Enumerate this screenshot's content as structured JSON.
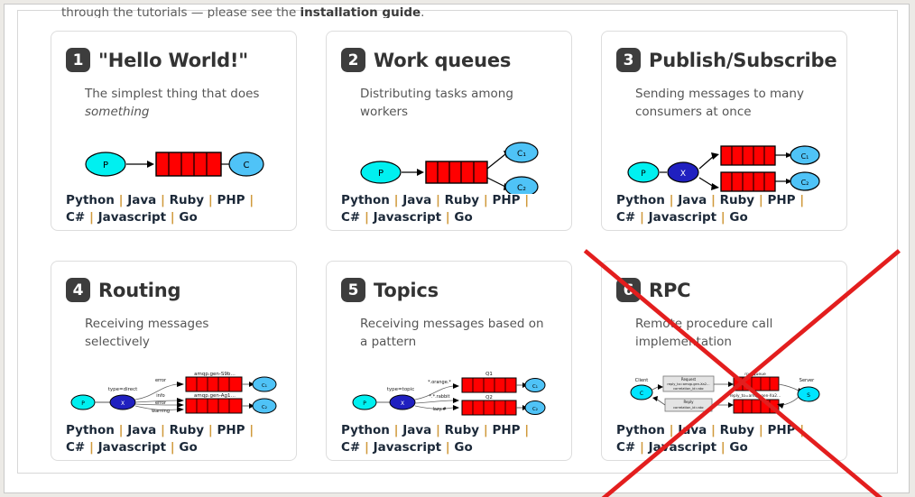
{
  "header": {
    "text_before": "through the tutorials — please see the ",
    "text_link": "installation guide",
    "text_after": "."
  },
  "langs": {
    "python": "Python",
    "java": "Java",
    "ruby": "Ruby",
    "php": "PHP",
    "csharp": "C#",
    "javascript": "Javascript",
    "go": "Go",
    "sep": "|"
  },
  "colors": {
    "badge_bg": "#3d3d3d",
    "title": "#333333",
    "desc": "#555555",
    "lang_text": "#1b2838",
    "lang_sep": "#d09a3c",
    "queue_red": "#ff0000",
    "producer_cyan": "#00f0f0",
    "consumer_blue": "#4fc3f7",
    "exchange_blue": "#2020c0",
    "strike_red": "#e31e1e",
    "card_border": "#dddddd"
  },
  "cards": [
    {
      "number": "1",
      "title": "\"Hello World!\"",
      "desc_main": "The simplest thing that does ",
      "desc_em": "something",
      "diagram": {
        "type": "hello-world",
        "nodes": [
          "P",
          "C"
        ],
        "queues": 1
      },
      "struck_out": false
    },
    {
      "number": "2",
      "title": "Work queues",
      "desc_main": "Distributing tasks among workers",
      "desc_em": "",
      "diagram": {
        "type": "work-queues",
        "nodes": [
          "P",
          "C1",
          "C2"
        ],
        "queues": 1
      },
      "struck_out": false
    },
    {
      "number": "3",
      "title": "Publish/Subscribe",
      "desc_main": "Sending messages to many consumers at once",
      "desc_em": "",
      "diagram": {
        "type": "pubsub",
        "nodes": [
          "P",
          "X",
          "C1",
          "C2"
        ],
        "queues": 2
      },
      "struck_out": false
    },
    {
      "number": "4",
      "title": "Routing",
      "desc_main": "Receiving messages selectively",
      "desc_em": "",
      "diagram": {
        "type": "routing",
        "nodes": [
          "P",
          "X",
          "C1",
          "C2"
        ],
        "exchange_label": "type=direct",
        "bindings": [
          "error",
          "info",
          "error",
          "warning"
        ],
        "queue_labels": [
          "amqp.gen-S9b...",
          "amqp.gen-Ag1..."
        ],
        "queues": 2
      },
      "struck_out": false
    },
    {
      "number": "5",
      "title": "Topics",
      "desc_main": "Receiving messages based on a pattern",
      "desc_em": "",
      "diagram": {
        "type": "topics",
        "nodes": [
          "P",
          "X",
          "C1",
          "C2"
        ],
        "exchange_label": "type=topic",
        "bindings": [
          "*.orange.*",
          "*.*.rabbit",
          "lazy.#"
        ],
        "queue_labels": [
          "Q1",
          "Q2"
        ],
        "queues": 2
      },
      "struck_out": false
    },
    {
      "number": "6",
      "title": "RPC",
      "desc_main": "Remote procedure call implementation",
      "desc_em": "",
      "diagram": {
        "type": "rpc",
        "nodes": [
          "C",
          "S"
        ],
        "node_labels": [
          "Client",
          "Server"
        ],
        "box_labels": [
          "Request reply_to=amqp.gen-Xa2... correlation_id=abc",
          "Reply correlation_id=abc"
        ],
        "queue_labels": [
          "rpc_queue",
          "reply_to=amqp.gen-Xa2..."
        ],
        "queues": 2
      },
      "struck_out": true
    }
  ]
}
